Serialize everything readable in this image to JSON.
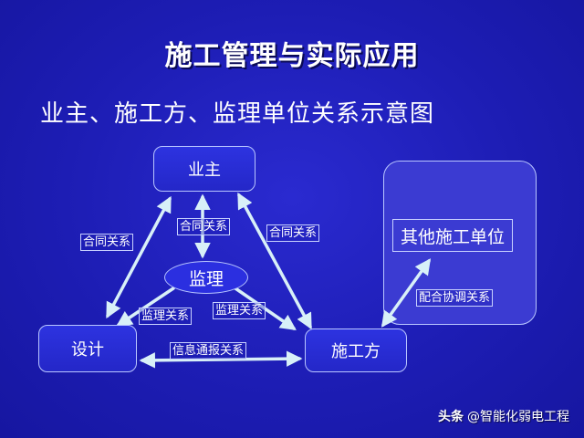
{
  "slide": {
    "title": "施工管理与实际应用",
    "subtitle": "业主、施工方、监理单位关系示意图"
  },
  "nodes": {
    "owner": "业主",
    "supervisor": "监理",
    "design": "设计",
    "contractor": "施工方",
    "other_units": "其他施工单位"
  },
  "relations": {
    "owner_design": "合同关系",
    "owner_supervisor": "合同关系",
    "owner_contractor": "合同关系",
    "supervisor_design": "监理关系",
    "supervisor_contractor": "监理关系",
    "design_contractor": "信息通报关系",
    "contractor_other": "配合协调关系"
  },
  "watermark": {
    "brand": "头条",
    "account": "@智能化弱电工程"
  },
  "colors": {
    "background": "#1f1fb8",
    "box_fill": "#2a2ed8",
    "border": "#b9c6ff",
    "arrow": "#d8f0f8"
  }
}
